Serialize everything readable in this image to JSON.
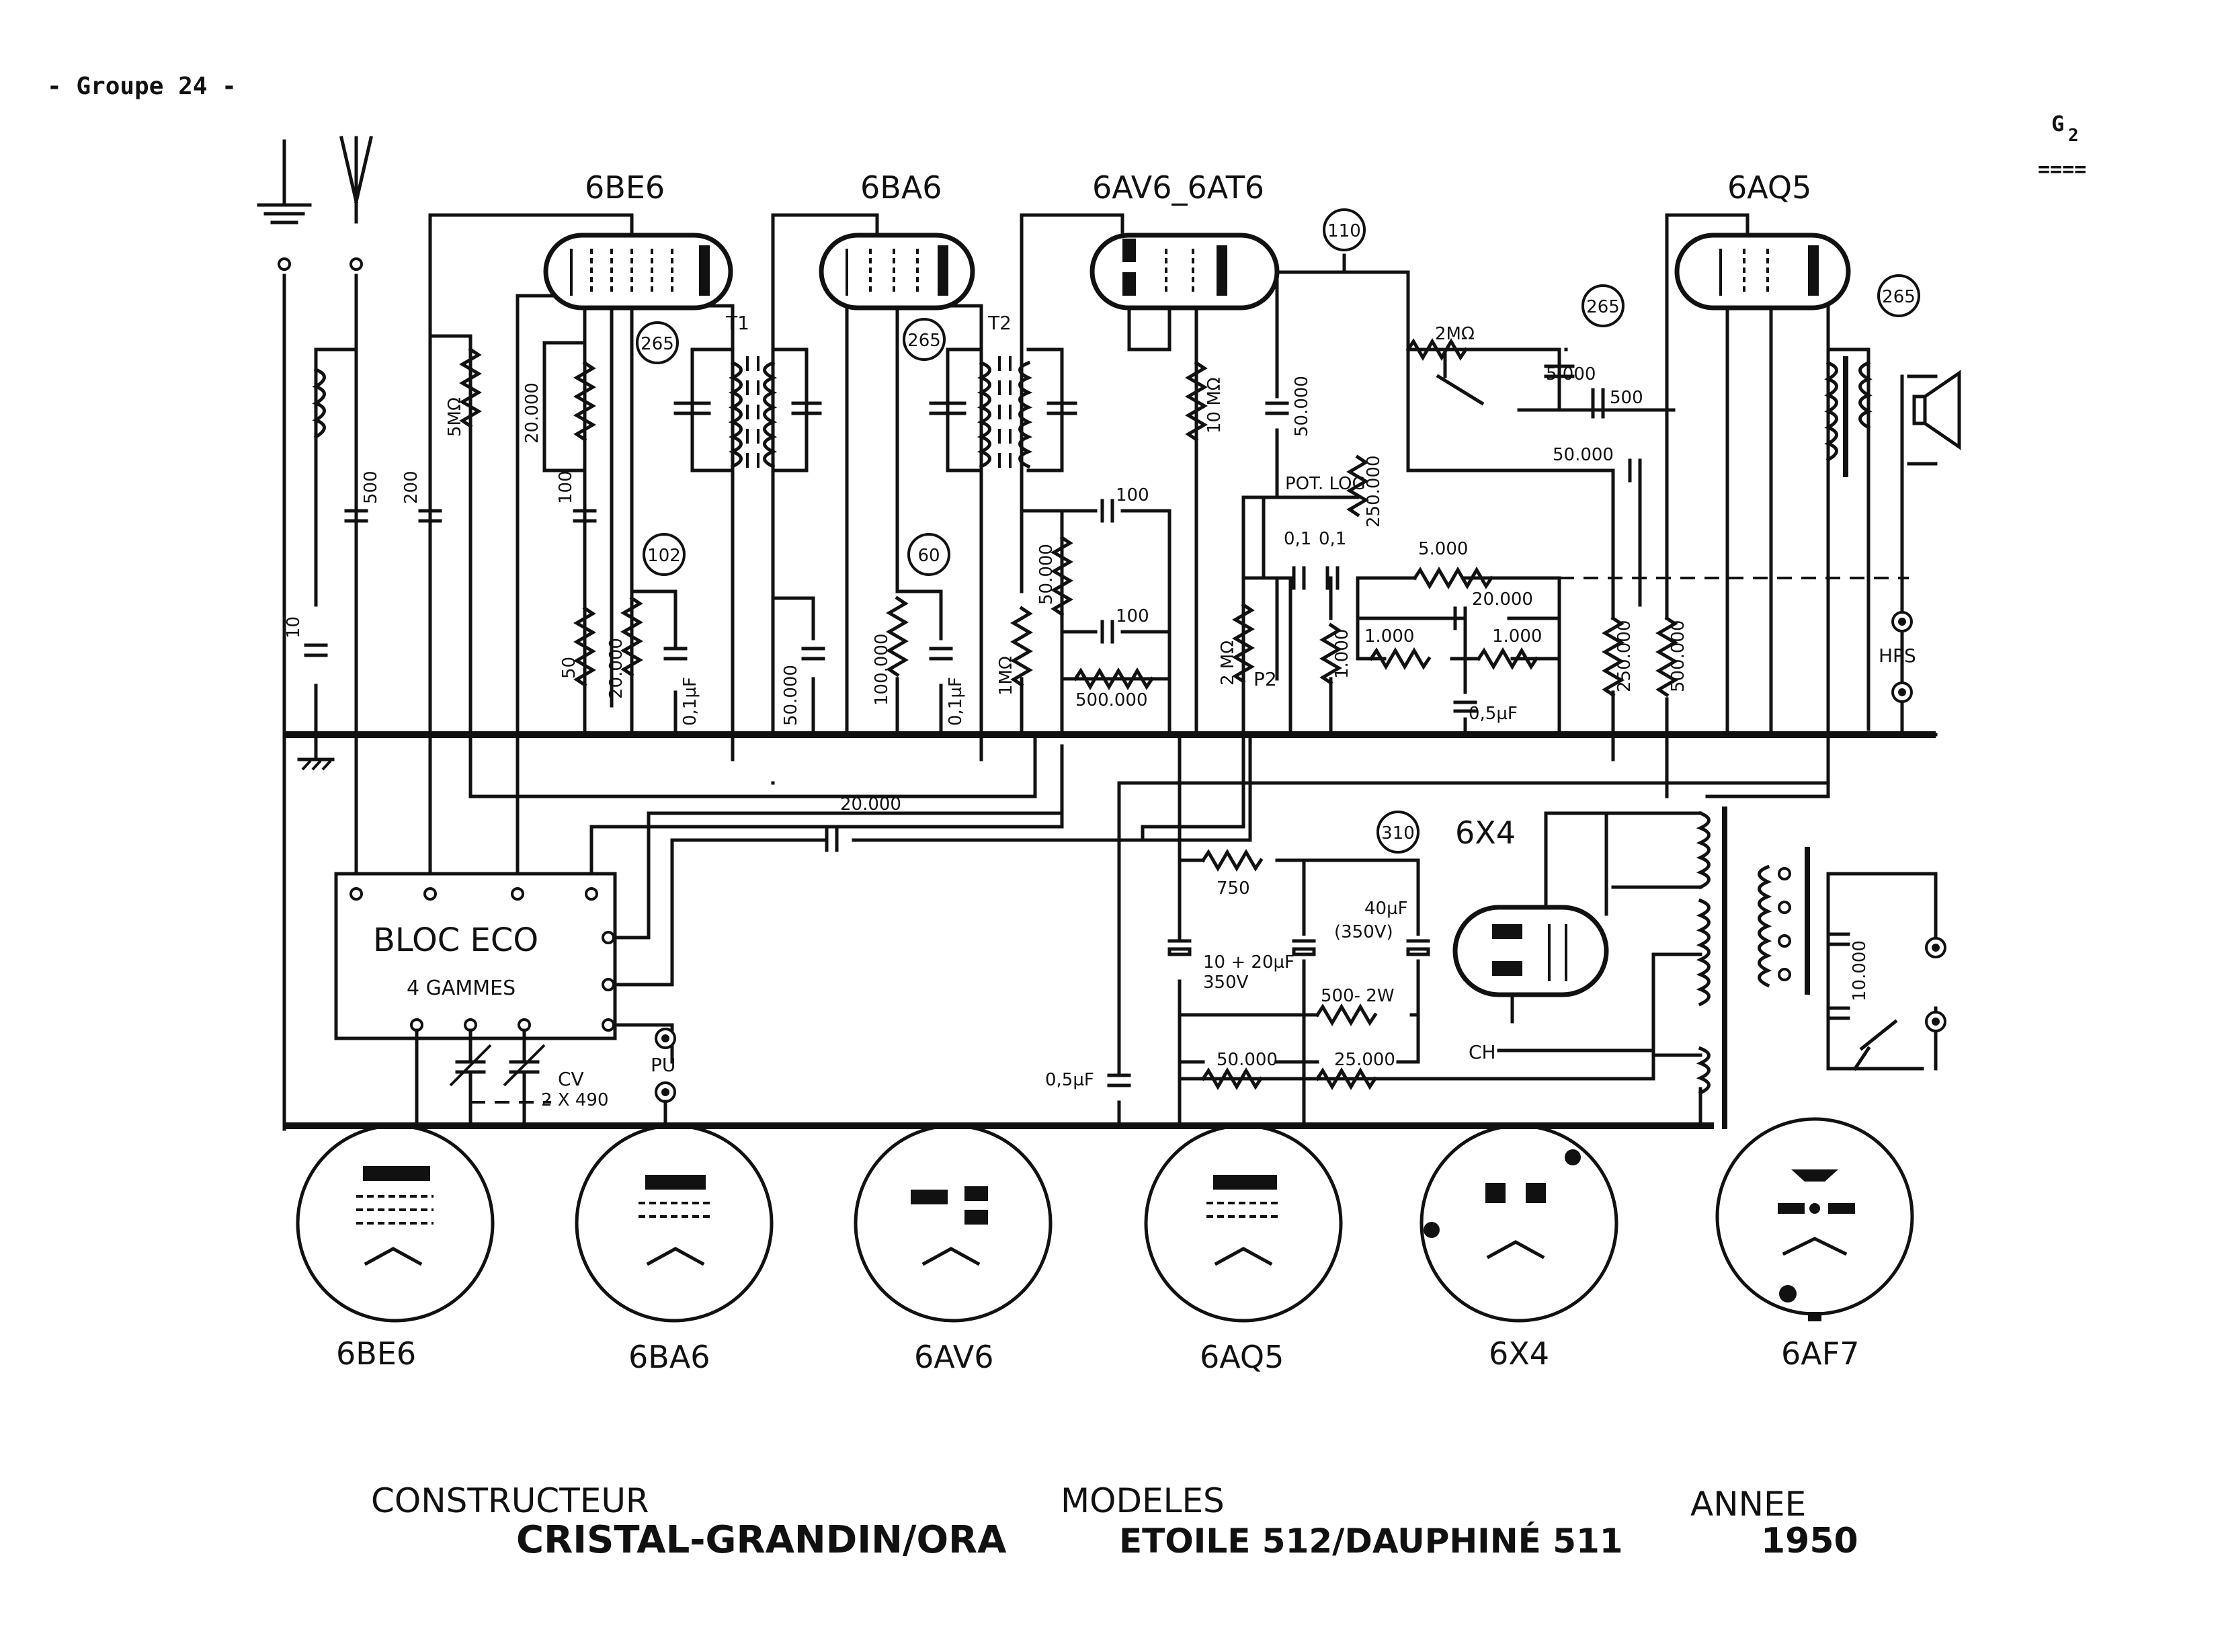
{
  "header": {
    "group": "- Groupe 24 -",
    "sheet_code": "G",
    "sheet_sub": "2",
    "sheet_mark": "===="
  },
  "tubes_top": [
    "6BE6",
    "6BA6",
    "6AV6_6AT6",
    "6AQ5"
  ],
  "tube_rectifier": "6X4",
  "transformers": [
    "T1",
    "T2"
  ],
  "ref_markers": [
    "265",
    "265",
    "110",
    "265",
    "265",
    "102",
    "60",
    "310"
  ],
  "components": {
    "c10": "10",
    "c500": "500",
    "c200": "200",
    "r5m": "5MΩ",
    "r20000a": "20.000",
    "c100a": "100",
    "r50": "50",
    "r20000b": "20.000",
    "c01a": "0,1µF",
    "c50000a": "50.000",
    "r100000": "100.000",
    "c01b": "0,1µF",
    "r1m": "1MΩ",
    "c50000b": "50.000",
    "c100b": "100",
    "c100c": "100",
    "r500000a": "500.000",
    "r10m": "10 MΩ",
    "c50000c": "50.000",
    "pot_log": "POT. LOG",
    "r250000a": "250.000",
    "c01c": "0,1",
    "c01d": "0,1",
    "r2m_p2": "2 MΩ",
    "p2": "P2",
    "r1000a": "1.000",
    "r5000": "5.000",
    "c20000a": "20.000",
    "r1000b": "1.000",
    "r1000c": "1.000",
    "c05a": "0,5µF",
    "r250000b": "250.000",
    "r500000b": "500.000",
    "r2m": "2MΩ",
    "c5000": "5.000",
    "c500b": "500",
    "c50000d": "50.000",
    "hps": "HPS",
    "c20000b": "20.000",
    "r750": "750",
    "c10_20": "10 + 20µF",
    "v350": "350V",
    "c40": "40µF",
    "v350b": "(350V)",
    "r500_2w": "500- 2W",
    "r50000e": "50.000",
    "r25000": "25.000",
    "c05b": "0,5µF",
    "ch": "CH",
    "c10000": "10.000",
    "pu": "PU",
    "cv": "CV",
    "cv_val": "2 X 490"
  },
  "bloc": {
    "title": "BLOC   ECO",
    "subtitle": "4  GAMMES"
  },
  "sockets": [
    "6BE6",
    "6BA6",
    "6AV6",
    "6AQ5",
    "6X4",
    "6AF7"
  ],
  "footer": {
    "constructeur_label": "CONSTRUCTEUR",
    "constructeur_value": "CRISTAL-GRANDIN/ORA",
    "modeles_label": "MODELES",
    "modeles_value": "ETOILE 512/DAUPHINÉ 511",
    "annee_label": "ANNEE",
    "annee_value": "1950"
  }
}
